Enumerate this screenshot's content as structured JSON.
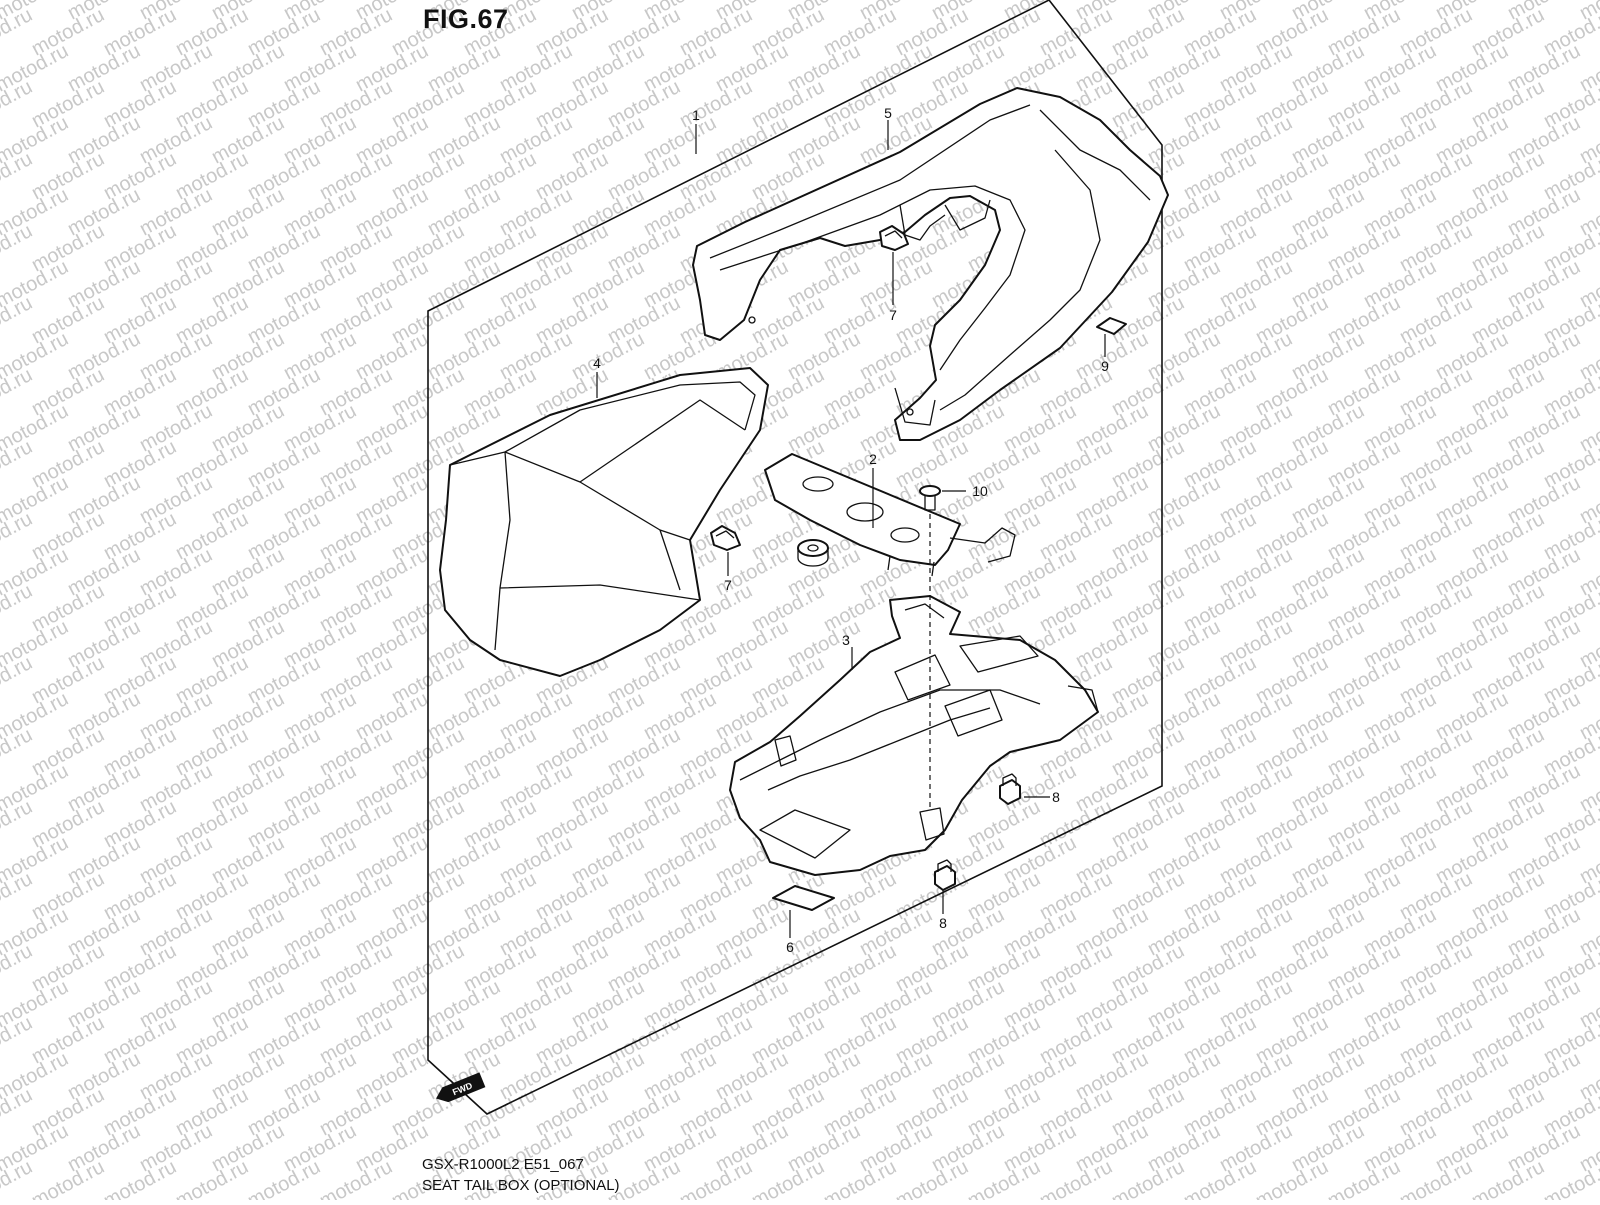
{
  "figure": {
    "title": "FIG.67",
    "model_code": "GSX-R1000L2 E51_067",
    "description": "SEAT TAIL BOX (OPTIONAL)",
    "watermark_text": "motod.ru",
    "fwd_badge": "FWD"
  },
  "callouts": [
    "1",
    "2",
    "3",
    "4",
    "5",
    "6",
    "7",
    "7",
    "8",
    "8",
    "9",
    "10"
  ],
  "colors": {
    "line": "#111111",
    "watermark": "#c8c8c8",
    "background": "#ffffff"
  }
}
